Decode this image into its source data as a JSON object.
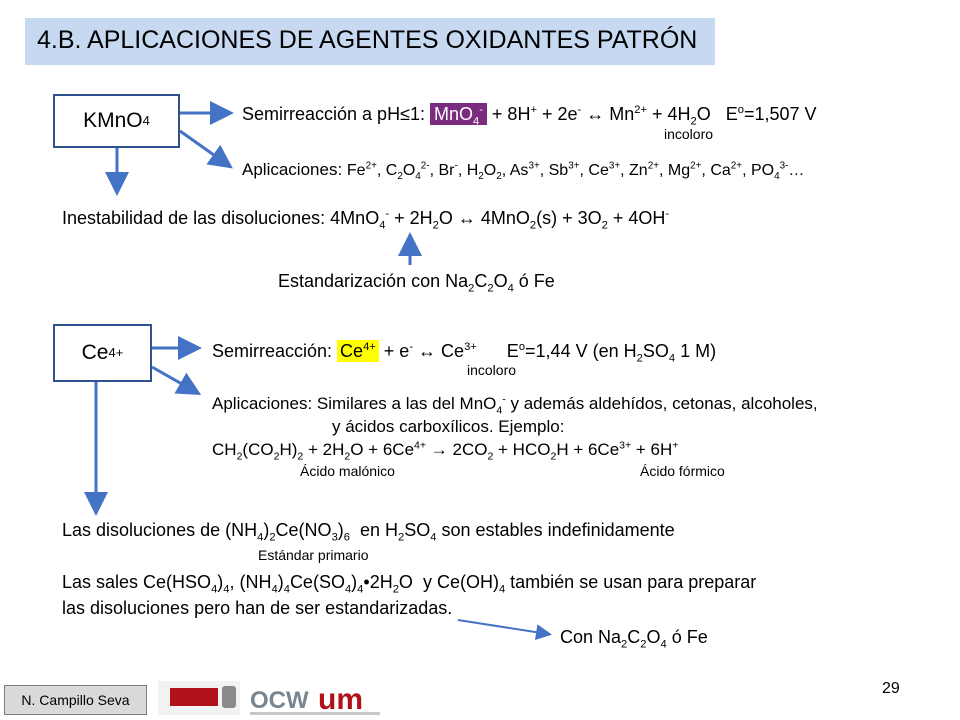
{
  "title": "4.B. APLICACIONES DE AGENTES OXIDANTES PATRÓN",
  "kmno4": {
    "box_label": "KMnO",
    "box_label_sub": "4",
    "semi_prefix": "Semirreacción a pH≤1: ",
    "incoloro": "incoloro",
    "apps_label": "Aplicaciones: ",
    "inestabilidad_label": "Inestabilidad de las disoluciones: ",
    "estandarizacion_label": "Estandarización con "
  },
  "ce": {
    "box_label": "Ce",
    "box_label_sup": "4+",
    "semi_prefix": "Semirreacción: ",
    "incoloro": "incoloro",
    "apps_label": "Aplicaciones: ",
    "apps_text1": "Similares a las del MnO",
    "apps_text1b": " y además aldehídos, cetonas, alcoholes,",
    "apps_text2": "y ácidos carboxílicos. Ejemplo:",
    "acido_malonico": "Ácido malónico",
    "acido_formico": "Ácido fórmico"
  },
  "bottom": {
    "line1_a": "Las disoluciones de (NH",
    "line1_b": "en H",
    "line1_c": " son estables indefinidamente",
    "estandar_primario": "Estándar primario",
    "line2_a": "Las sales Ce(HSO",
    "line2_b": "y Ce(OH)",
    "line2_c": " también se usan para preparar",
    "line3": "las disoluciones pero han de ser estandarizadas.",
    "con_label": "Con Na"
  },
  "footer": {
    "author": "N. Campillo Seva",
    "page_number": "29",
    "ocw_text": "OCW",
    "um_text": "um"
  },
  "colors": {
    "title_bg": "#c6d9f1",
    "box_border": "#2f528f",
    "arrow": "#4472c4",
    "highlight_purple": "#7b2c7f",
    "highlight_yellow": "#ffff00"
  }
}
